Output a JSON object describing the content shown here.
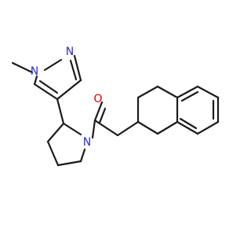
{
  "molecule": {
    "colors": {
      "carbon_bond": "#1a1a1a",
      "nitrogen": "#2b2bd1",
      "oxygen": "#e00000",
      "background": "#ffffff"
    },
    "labels": {
      "methyl": "methyl",
      "n1": "N",
      "n2": "N",
      "n3": "N",
      "o1": "O"
    }
  }
}
